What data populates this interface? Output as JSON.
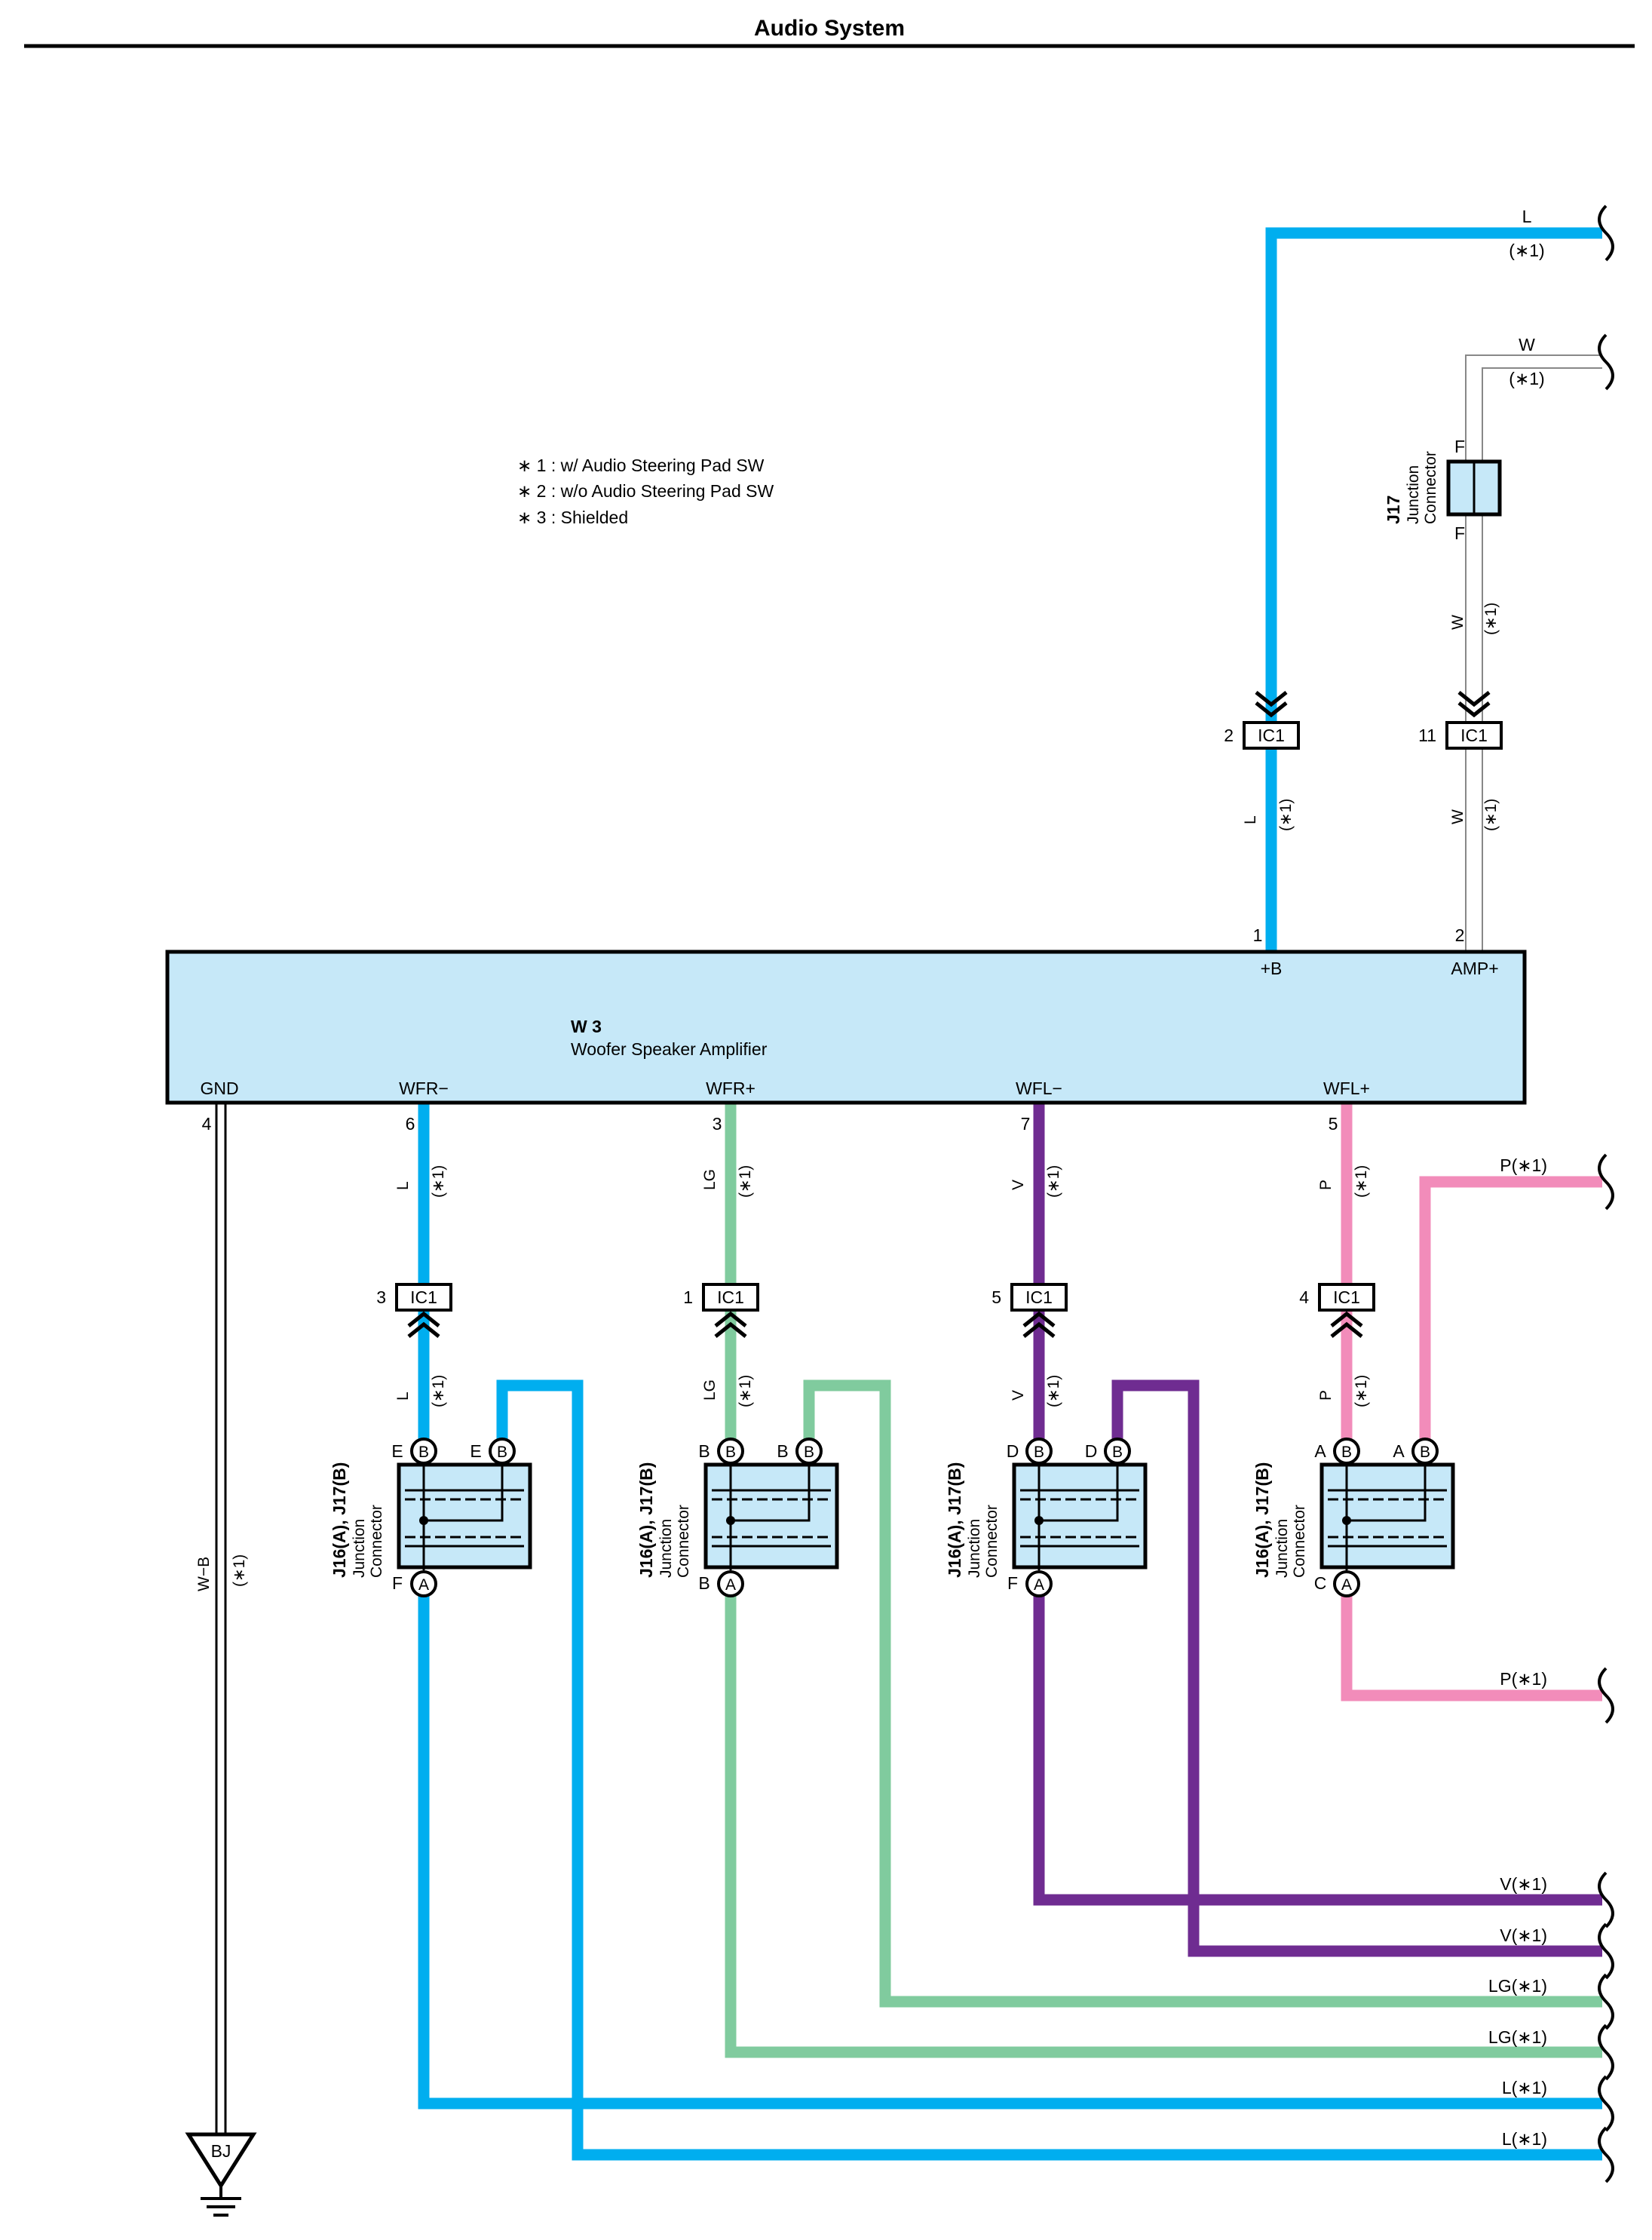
{
  "title": "Audio System",
  "colors": {
    "L": "#00aeef",
    "LG": "#80cb9e",
    "V": "#6f2c91",
    "P": "#f28cba",
    "box": "#c6e8f8"
  },
  "notes": [
    "∗ 1 : w/ Audio Steering Pad SW",
    "∗ 2 : w/o Audio Steering Pad SW",
    "∗ 3 : Shielded"
  ],
  "amplifier": {
    "code": "W 3",
    "name": "Woofer Speaker Amplifier",
    "pins": {
      "gnd": {
        "name": "GND",
        "num": "4"
      },
      "wfr_minus": {
        "name": "WFR−",
        "num": "6"
      },
      "wfr_plus": {
        "name": "WFR+",
        "num": "3"
      },
      "wfl_minus": {
        "name": "WFL−",
        "num": "7"
      },
      "wfl_plus": {
        "name": "WFL+",
        "num": "5"
      },
      "b_plus": {
        "name": "+B",
        "num": "1"
      },
      "amp_plus": {
        "name": "AMP+",
        "num": "2"
      }
    }
  },
  "j17": {
    "code": "J17",
    "line1": "Junction",
    "line2": "Connector",
    "pin_top": "F",
    "pin_bottom": "F"
  },
  "ic1": {
    "label": "IC1",
    "top_left_num": "2",
    "top_right_num": "11",
    "wfr_minus_num": "3",
    "wfr_plus_num": "1",
    "wfl_minus_num": "5",
    "wfl_plus_num": "4"
  },
  "junctions": [
    {
      "code": "J16(A), J17(B)",
      "line1": "Junction",
      "line2": "Connector",
      "pin_b1": "E",
      "pin_b2": "E",
      "pin_a": "F"
    },
    {
      "code": "J16(A), J17(B)",
      "line1": "Junction",
      "line2": "Connector",
      "pin_b1": "B",
      "pin_b2": "B",
      "pin_a": "B"
    },
    {
      "code": "J16(A), J17(B)",
      "line1": "Junction",
      "line2": "Connector",
      "pin_b1": "D",
      "pin_b2": "D",
      "pin_a": "F"
    },
    {
      "code": "J16(A), J17(B)",
      "line1": "Junction",
      "line2": "Connector",
      "pin_b1": "A",
      "pin_b2": "A",
      "pin_a": "C"
    }
  ],
  "terminal_a": "A",
  "terminal_b": "B",
  "wire_labels": {
    "L": "L",
    "W": "W",
    "LG": "LG",
    "V": "V",
    "P": "P",
    "WB": "W−B",
    "star1": "(∗1)"
  },
  "right_edge": {
    "top_l": "L",
    "top_w": "W",
    "p1": "P(∗1)",
    "p2": "P(∗1)",
    "v1": "V(∗1)",
    "v2": "V(∗1)",
    "lg1": "LG(∗1)",
    "lg2": "LG(∗1)",
    "l1": "L(∗1)",
    "l2": "L(∗1)"
  },
  "ground": "BJ"
}
